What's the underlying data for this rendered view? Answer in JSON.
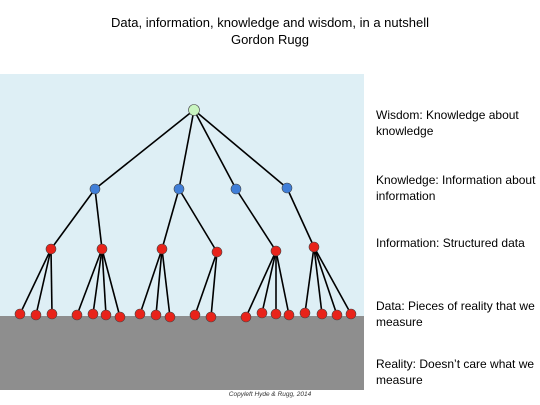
{
  "title": {
    "line1": "Data, information, knowledge and wisdom, in a nutshell",
    "line2": "Gordon Rugg"
  },
  "levels": [
    {
      "id": "wisdom",
      "label": "Wisdom: Knowledge about knowledge"
    },
    {
      "id": "knowledge",
      "label": "Knowledge: Information about information"
    },
    {
      "id": "information",
      "label": "Information: Structured data"
    },
    {
      "id": "data",
      "label": "Data: Pieces of reality that we measure"
    },
    {
      "id": "reality",
      "label": "Reality: Doesn’t care what we measure"
    }
  ],
  "credit": "Copyleft Hyde & Rugg, 2014",
  "colors": {
    "sky": "#deeff5",
    "ground": "#8e8e8e",
    "wisdom_node": "#c9f5c0",
    "knowledge_node": "#3f7ed8",
    "information_node": "#e8231a",
    "data_node": "#e8231a",
    "edge": "#000000"
  }
}
